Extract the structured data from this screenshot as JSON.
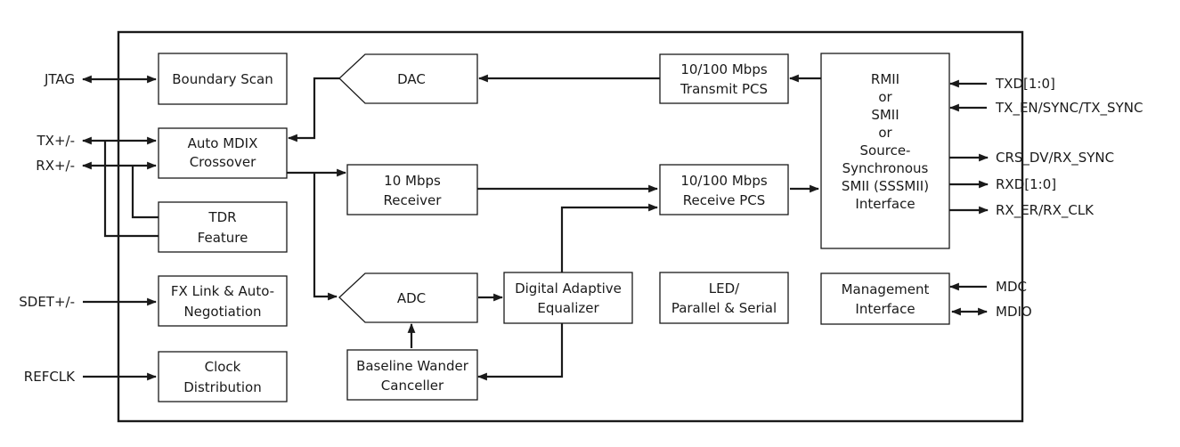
{
  "colors": {
    "line": "#1a1a1a",
    "background": "#ffffff"
  },
  "blocks": {
    "boundary_scan": [
      "Boundary Scan"
    ],
    "auto_mdix": [
      "Auto MDIX",
      "Crossover"
    ],
    "tdr": [
      "TDR",
      "Feature"
    ],
    "fx_link": [
      "FX Link & Auto-",
      "Negotiation"
    ],
    "clock": [
      "Clock",
      "Distribution"
    ],
    "dac": [
      "DAC"
    ],
    "receiver_10": [
      "10 Mbps",
      "Receiver"
    ],
    "adc": [
      "ADC"
    ],
    "baseline": [
      "Baseline Wander",
      "Canceller"
    ],
    "equalizer": [
      "Digital Adaptive",
      "Equalizer"
    ],
    "transmit_pcs": [
      "10/100 Mbps",
      "Transmit PCS"
    ],
    "receive_pcs": [
      "10/100 Mbps",
      "Receive PCS"
    ],
    "led": [
      "LED/",
      "Parallel & Serial"
    ],
    "rmii": [
      "RMII",
      "or",
      "SMII",
      "or",
      "Source-",
      "Synchronous",
      "SMII (SSSMII)",
      "Interface"
    ],
    "management": [
      "Management",
      "Interface"
    ]
  },
  "signals_left": {
    "jtag": "JTAG",
    "tx": "TX+/-",
    "rx": "RX+/-",
    "sdet": "SDET+/-",
    "refclk": "REFCLK"
  },
  "signals_right": {
    "txd": "TXD[1:0]",
    "tx_en": "TX_EN/SYNC/TX_SYNC",
    "crs_dv": "CRS_DV/RX_SYNC",
    "rxd": "RXD[1:0]",
    "rx_er": "RX_ER/RX_CLK",
    "mdc": "MDC",
    "mdio": "MDIO"
  }
}
